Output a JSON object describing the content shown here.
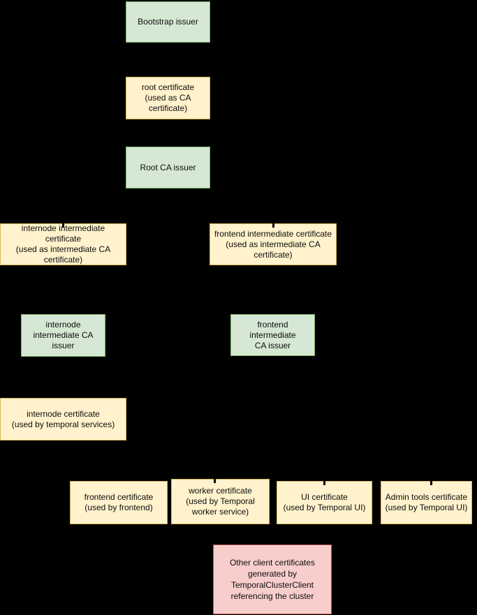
{
  "diagram": {
    "background": "#000000",
    "palette": {
      "issuer_fill": "#d5e8d4",
      "issuer_border": "#82b366",
      "certificate_fill": "#fff2cc",
      "certificate_border": "#d6b656",
      "client_fill": "#f8cecc",
      "client_border": "#b85450",
      "connector_color": "#000000"
    },
    "nodes": {
      "bootstrap_issuer": {
        "type": "issuer",
        "lines": [
          "Bootstrap issuer"
        ]
      },
      "root_certificate": {
        "type": "certificate",
        "lines": [
          "root certificate",
          "(used as CA",
          "certificate)"
        ]
      },
      "root_ca_issuer": {
        "type": "issuer",
        "lines": [
          "Root CA issuer"
        ]
      },
      "internode_intermediate_certificate": {
        "type": "certificate",
        "lines": [
          "internode intermediate certificate",
          "(used as intermediate CA",
          "certificate)"
        ]
      },
      "frontend_intermediate_certificate": {
        "type": "certificate",
        "lines": [
          "frontend intermediate certificate",
          "(used as intermediate CA",
          "certificate)"
        ]
      },
      "internode_intermediate_ca_issuer": {
        "type": "issuer",
        "lines": [
          "internode",
          "intermediate CA",
          "issuer"
        ]
      },
      "frontend_intermediate_ca_issuer": {
        "type": "issuer",
        "lines": [
          "frontend intermediate",
          "CA issuer"
        ]
      },
      "internode_certificate": {
        "type": "certificate",
        "lines": [
          "internode certificate",
          "(used by temporal services)"
        ]
      },
      "frontend_certificate": {
        "type": "certificate",
        "lines": [
          "frontend certificate",
          "(used by frontend)"
        ]
      },
      "worker_certificate": {
        "type": "certificate",
        "lines": [
          "worker certificate",
          "(used by Temporal",
          "worker service)"
        ]
      },
      "ui_certificate": {
        "type": "certificate",
        "lines": [
          "UI certificate",
          "(used by Temporal UI)"
        ]
      },
      "admin_tools_certificate": {
        "type": "certificate",
        "lines": [
          "Admin tools certificate",
          "(used by Temporal UI)"
        ]
      },
      "other_client_certificates": {
        "type": "client",
        "lines": [
          "Other client certificates",
          "generated by",
          "TemporalClusterClient",
          "referencing the cluster"
        ]
      }
    }
  }
}
